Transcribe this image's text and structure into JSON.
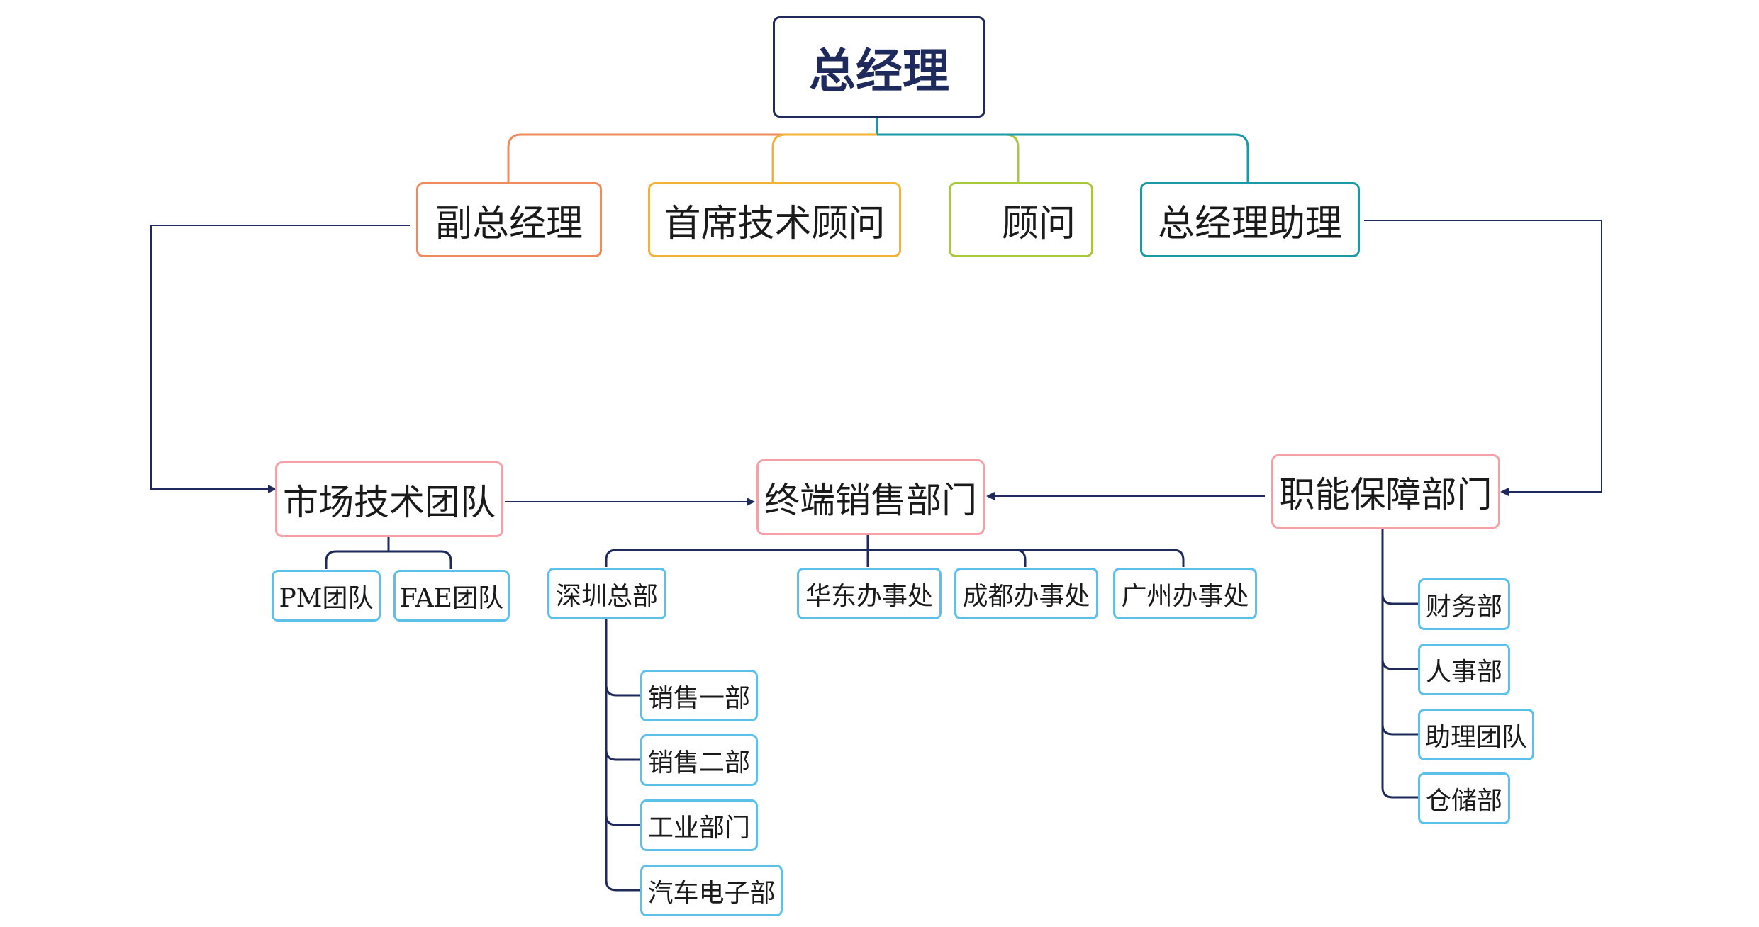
{
  "root": "总经理",
  "executives": {
    "vice_gm": "副总经理",
    "chief_advisor": "首席技术顾问",
    "advisor": "顾问",
    "gm_assistant": "总经理助理"
  },
  "departments": {
    "market_tech": {
      "label": "市场技术团队",
      "children": [
        "PM团队",
        "FAE团队"
      ]
    },
    "terminal_sales": {
      "label": "终端销售部门",
      "children": [
        "深圳总部",
        "华东办事处",
        "成都办事处",
        "广州办事处"
      ],
      "shenzhen_children": [
        "销售一部",
        "销售二部",
        "工业部门",
        "汽车电子部"
      ]
    },
    "support": {
      "label": "职能保障部门",
      "children": [
        "财务部",
        "人事部",
        "助理团队",
        "仓储部"
      ]
    }
  },
  "colors": {
    "root_border": "#1f2a5c",
    "vice_gm": "#ef8a5c",
    "chief_advisor": "#f2b236",
    "advisor": "#a9c83a",
    "gm_assistant": "#1b9aa6",
    "department_border": "#f4a0a6",
    "sub_border": "#5bc0ea",
    "tree_line": "#1f2a5c"
  }
}
